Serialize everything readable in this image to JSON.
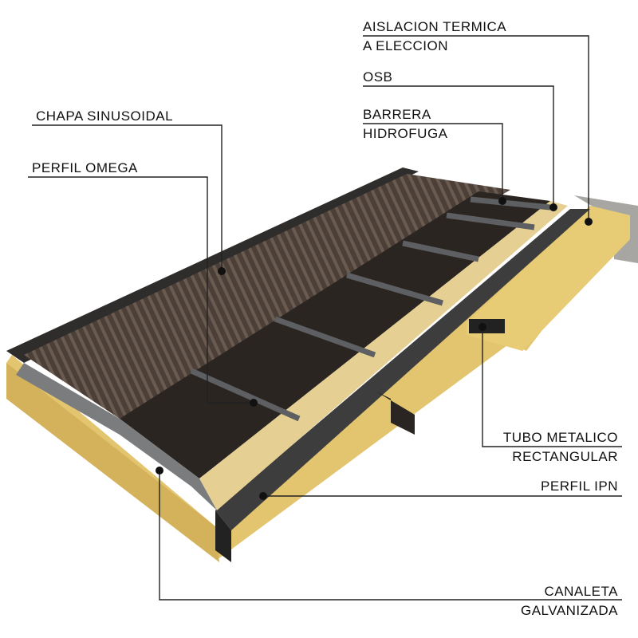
{
  "labels": {
    "aislacion": [
      "AISLACION TERMICA",
      "A ELECCION"
    ],
    "osb": "OSB",
    "barrera": [
      "BARRERA",
      "HIDROFUGA"
    ],
    "chapa": "CHAPA SINUSOIDAL",
    "omega": "PERFIL OMEGA",
    "tubo": [
      "TUBO METALICO",
      "RECTANGULAR"
    ],
    "ipn": "PERFIL IPN",
    "canaleta": [
      "CANALETA",
      "GALVANIZADA"
    ]
  },
  "colors": {
    "insulation": "#e3c56f",
    "osb": "#e6cf92",
    "barrier": "#2b2522",
    "sheet": "#4b3f38",
    "steel": "#55575a",
    "frame": "#2a2a2a",
    "leader": "#222222"
  }
}
